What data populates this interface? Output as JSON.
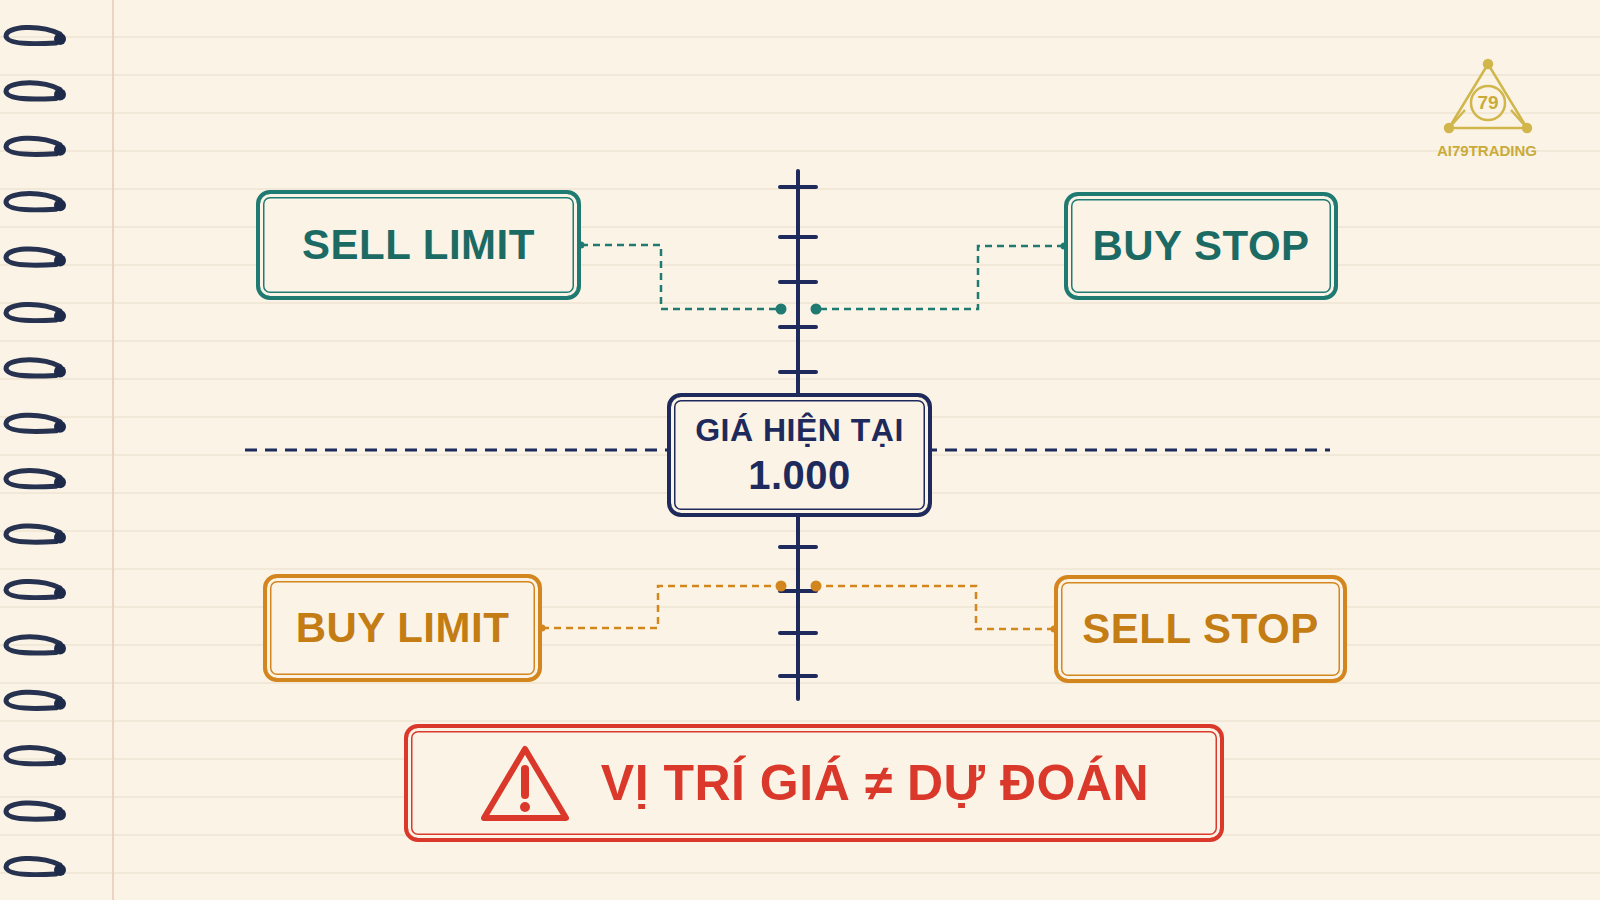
{
  "diagram": {
    "nodes": [
      {
        "text": [
          "SELL LIMIT"
        ]
      },
      {
        "text": [
          "BUY STOP"
        ]
      },
      {
        "text": [
          "GIÁ HIỆN TẠI",
          "1.000"
        ]
      },
      {
        "text": [
          "BUY LIMIT"
        ]
      },
      {
        "text": [
          "SELL STOP"
        ]
      },
      {
        "text": [
          "VỊ TRÍ GIÁ ≠ DỰ ĐOÁN"
        ]
      }
    ],
    "labels": [
      "79",
      "AI79TRADING"
    ]
  }
}
